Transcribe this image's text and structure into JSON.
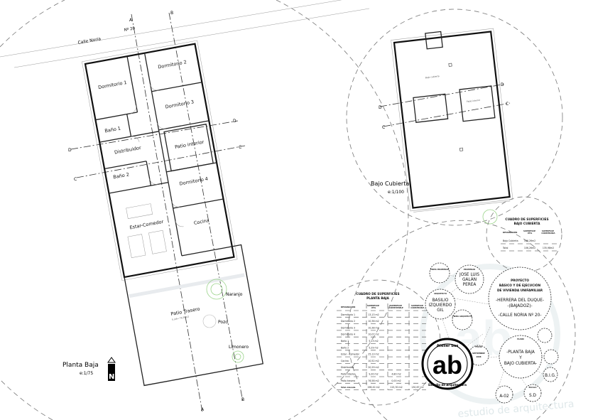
{
  "street": {
    "name": "Calle Noria",
    "number": "Nº 20"
  },
  "sections": {
    "a": "A",
    "b": "B",
    "c": "C",
    "d": "D"
  },
  "planta_baja": {
    "title": "Planta Baja",
    "scale": "e:1/75",
    "rooms": {
      "dormitorio1": "Dormitorio 1",
      "dormitorio2": "Dormitorio 2",
      "dormitorio3": "Dormitorio 3",
      "dormitorio4": "Dormitorio 4",
      "bano1": "Baño 1",
      "bano2": "Baño 2",
      "distribuidor": "Distribuidor",
      "patio_interior": "Patio interior",
      "estar_comedor": "Estar-Comedor",
      "cocina": "Cocina",
      "patio_trasero": "Patio Trasero",
      "patio_trasero_area": "S.útil= 76,58m2"
    },
    "features": {
      "naranjo": "Naranjo",
      "pozo": "Pozo",
      "limonero": "Limonero"
    },
    "north": "N"
  },
  "bajo_cubierta": {
    "title": "Bajo Cubierta",
    "scale": "e:1/100",
    "rooms": {
      "bajo_cubierta": "Bajo cubierta",
      "patio_interior": "Patio interior"
    }
  },
  "table_planta_baja": {
    "title1": "CUADRO DE SUPERFICIES",
    "title2": "PLANTA BAJA",
    "headers": [
      "DESIGNACIÓN",
      "SUPERFICIE ÚTIL",
      "SUPERFICIE COMPUTABLE",
      "SUPERFICIE CONSTRUIDA"
    ],
    "rows": [
      [
        "Dormitorio 1",
        "13,13 m2",
        "",
        ""
      ],
      [
        "Dormitorio 2",
        "10,36 m2",
        "",
        ""
      ],
      [
        "Dormitorio 3",
        "10,38 m2",
        "",
        ""
      ],
      [
        "Dormitorio 4",
        "10,07 m2",
        "",
        ""
      ],
      [
        "Baño 1",
        "5,23 m2",
        "",
        ""
      ],
      [
        "Baño 2",
        "5,29 m2",
        "",
        ""
      ],
      [
        "Estar - Comedor",
        "25,13 m2",
        "",
        ""
      ],
      [
        "Cocina",
        "10,52 m2",
        "",
        ""
      ],
      [
        "Distribuidor",
        "20,29 m2",
        "",
        ""
      ],
      [
        "Patio interior",
        "9,30 m2",
        "4,80 m2",
        ""
      ],
      [
        "Patio trasero",
        "76,58 m2",
        "0,00 m2",
        ""
      ],
      [
        "Total vivienda",
        "196,42 m2",
        "115,30 m2",
        "130,67 m2"
      ]
    ]
  },
  "table_bajo_cubierta": {
    "title1": "CUADRO DE SUPERFICIES",
    "title2": "BAJO CUBIERTA",
    "headers": [
      "DESIGNACIÓN",
      "SUPERFICIE ÚTIL",
      "SUPERFICIE CONSTRUIDA"
    ],
    "rows": [
      [
        "Bajo Cubierta",
        "106,26m2",
        ""
      ],
      [
        "Total",
        "106,26m2",
        "135,98m2"
      ]
    ]
  },
  "title_block": {
    "firma_propiedad": "FIRMA PROPIEDAD",
    "propiedad_label": "PROPIEDAD",
    "propiedad": [
      "JOSE LUIS",
      "GALÁN",
      "PEREA"
    ],
    "arquitecto_label": "ARQUITECTO",
    "arquitecto": [
      "BASILIO",
      "IZQUIERDO",
      "GIL"
    ],
    "firma_arquitecto": "FIRMA ARQUITECTO",
    "proyecto": [
      "PROYECTO",
      "BÁSICO Y DE EJECUCIÓN",
      "DE VIVIENDA UNIFAMILIAR"
    ],
    "location": [
      "-HERRERA DEL DUQUE-",
      "-(BAJADOZ)-",
      "-CALLE NORIA Nº 20-"
    ],
    "fecha_label": "FECHA",
    "fecha": [
      "SEPTIEMBRE",
      "2008"
    ],
    "plano_label": "PLANO",
    "plano": [
      "-PLANTA BAJA",
      "Y",
      "BAJO CUBIERTA-"
    ],
    "dibujado": "B.I.G.",
    "numero_plano": "A-02",
    "escala_label": "ESCALA",
    "escala": "S.D"
  },
  "logo": {
    "mark": "ab",
    "top": "Atelier bas",
    "bottom": "Estudio de Arquitectura",
    "watermark": "estudio de arquitectura"
  },
  "colors": {
    "lines": "#111111",
    "vegetation": "#9bd48a",
    "watermark": "#dfe8ea"
  }
}
